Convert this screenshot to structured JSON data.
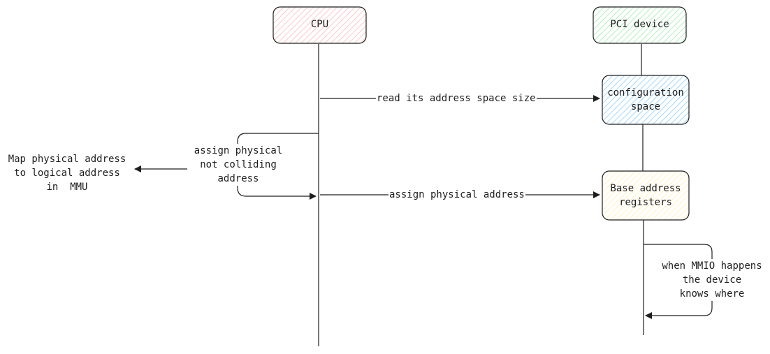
{
  "colors": {
    "stroke": "#1e1e1e",
    "cpu_fill": "#ffc9c9",
    "pci_fill": "#b2f2bb",
    "config_fill": "#a5d8ff",
    "bar_fill": "#fff3bf"
  },
  "participants": {
    "cpu": {
      "label": "CPU"
    },
    "pci": {
      "label": "PCI device"
    }
  },
  "boxes": {
    "configuration_space": {
      "label": "configuration\nspace"
    },
    "base_address_registers": {
      "label": "Base address\nregisters"
    }
  },
  "messages": {
    "read_size": {
      "label": "read its address space size"
    },
    "assign_not_colliding": {
      "label": "assign physical\nnot colliding\naddress"
    },
    "assign_physical": {
      "label": "assign physical address"
    },
    "map_mmu": {
      "label": "Map physical address\nto logical address\nin  MMU"
    },
    "mmio_where": {
      "label": "when MMIO happens\nthe device\nknows where"
    }
  }
}
